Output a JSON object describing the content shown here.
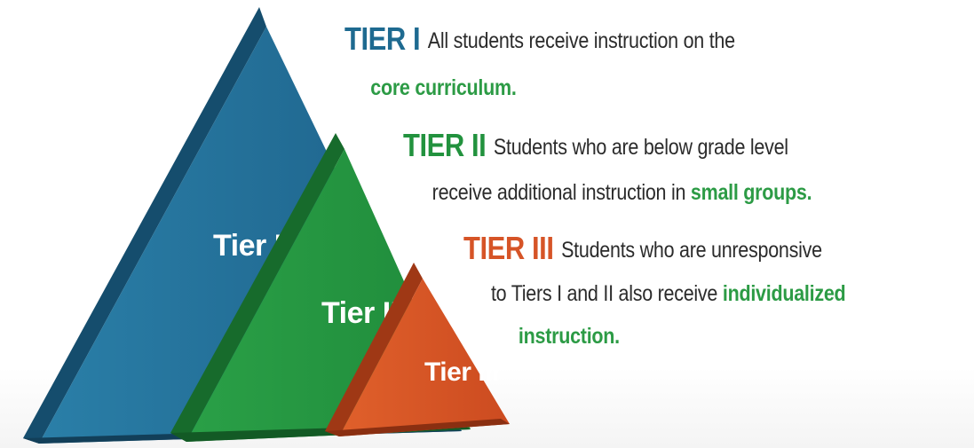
{
  "colors": {
    "tier1": "#1e6a90",
    "tier2": "#22923e",
    "tier3": "#d65427",
    "highlight": "#2c9b45",
    "text": "#2b2b2b"
  },
  "pyramid_labels": {
    "tier1": "Tier I",
    "tier2": "Tier II",
    "tier3": "Tier III"
  },
  "tiers": [
    {
      "heading": "TIER I",
      "line1": "All students receive instruction on the",
      "line2_highlight": "core curriculum."
    },
    {
      "heading": "TIER II",
      "line1": "Students who are below grade level",
      "line2_text": "receive additional instruction in ",
      "line2_highlight": "small groups."
    },
    {
      "heading": "TIER III",
      "line1": "Students who are unresponsive",
      "line2_text": "to Tiers I and II also receive ",
      "line2_highlight": "individualized",
      "line3_highlight": "instruction."
    }
  ]
}
